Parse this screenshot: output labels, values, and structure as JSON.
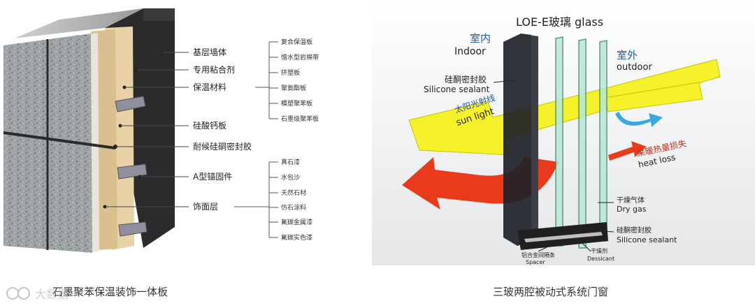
{
  "wall_labels": [
    {
      "text": "基层墙体"
    },
    {
      "text": "专用粘合剂"
    },
    {
      "text": "保温材料"
    },
    {
      "text": "硅酸钙板"
    },
    {
      "text": "耐候硅硐密封胶"
    },
    {
      "text": "A型锚固件"
    },
    {
      "text": "饰面层"
    }
  ],
  "insulation_options": [
    "复合保温板",
    "憎水型岩棉带",
    "挤塑板",
    "聚氨酯板",
    "模塑聚苯板",
    "石墨级聚苯板"
  ],
  "finish_options": [
    "真石漆",
    "水包沙",
    "天然石材",
    "仿石涂料",
    "氟碳金属漆",
    "氟碳实色漆"
  ],
  "glass": {
    "title": "LOE-E玻璃 glass",
    "indoor_cn": "室内",
    "indoor_en": "Indoor",
    "outdoor_cn": "室外",
    "outdoor_en": "outdoor",
    "sealant_cn": "硅酮密封胶",
    "sealant_en": "Silicone sealant",
    "sun_cn": "太阳光射线",
    "sun_en": "sun light",
    "heat_cn": "采暖热量损失",
    "heat_en": "heat loss",
    "drygas_cn": "干燥气体",
    "drygas_en": "Dry gas",
    "sealant2_cn": "硅酮密封胶",
    "sealant2_en": "Silicone sealant",
    "spacer_cn": "铝合金间隔条",
    "spacer_en": "Spacer",
    "dessicant_cn": "干燥剂",
    "dessicant_en": "Dessicant"
  },
  "captions": {
    "left": "石墨聚苯保温装饰一体板",
    "right": "三玻两腔被动式系统门窗"
  },
  "watermark": "大数据"
}
